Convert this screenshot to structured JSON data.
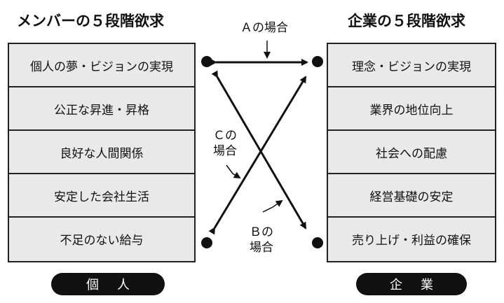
{
  "left": {
    "title": "メンバーの５段階欲求",
    "items": [
      "個人の夢・ビジョンの実現",
      "公正な昇進・昇格",
      "良好な人間関係",
      "安定した会社生活",
      "不足のない給与"
    ],
    "footer": "個人"
  },
  "right": {
    "title": "企業の５段階欲求",
    "items": [
      "理念・ビジョンの実現",
      "業界の地位向上",
      "社会への配慮",
      "経営基礎の安定",
      "売り上げ・利益の確保"
    ],
    "footer": "企業"
  },
  "labels": {
    "a": "Ａの場合",
    "c_line1": "Ｃの",
    "c_line2": "場合",
    "b_line1": "Ｂの",
    "b_line2": "場合"
  }
}
